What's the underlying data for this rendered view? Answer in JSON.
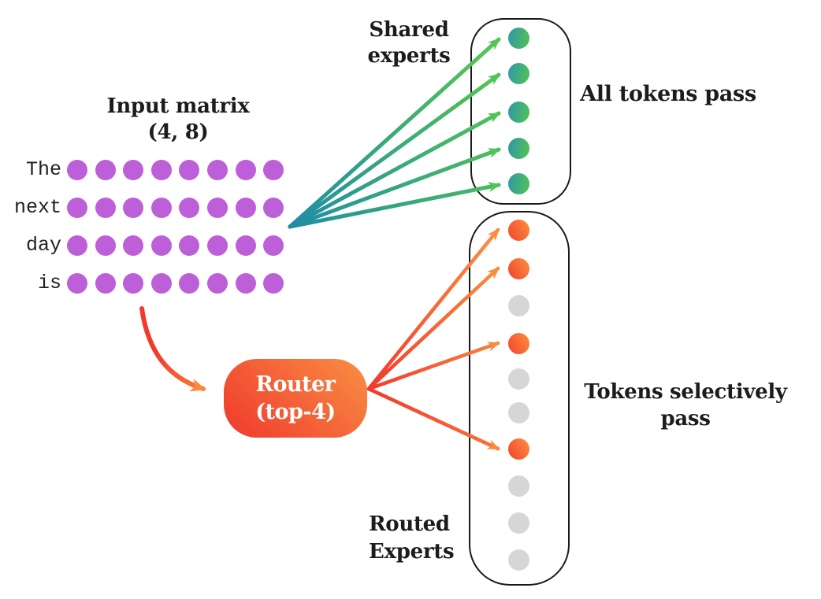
{
  "figure": {
    "background_color": "#ffffff",
    "text_color": "#1c1c1c"
  },
  "input_matrix": {
    "title": "Input matrix",
    "shape_label": "(4, 8)",
    "rows": 4,
    "cols": 8,
    "row_labels": [
      "The",
      "next",
      "day",
      "is"
    ],
    "dot_color": "#bd5fd8"
  },
  "shared_experts": {
    "label_lines": [
      "Shared",
      "experts"
    ],
    "annotation": "All tokens pass",
    "count": 5,
    "node_gradient": [
      "#2f96ad",
      "#53c44f"
    ]
  },
  "router": {
    "label_lines": [
      "Router",
      "(top-4)"
    ],
    "gradient": [
      "#ef392d",
      "#f98e43"
    ],
    "text_color": "#ffffff"
  },
  "routed_experts": {
    "label_lines": [
      "Routed",
      "Experts"
    ],
    "annotation_lines": [
      "Tokens selectively",
      "pass"
    ],
    "count": 10,
    "active_indices": [
      0,
      1,
      3,
      6
    ],
    "active_gradient": [
      "#f3432c",
      "#fb9040"
    ],
    "inactive_color": "#d6d6d6"
  },
  "arrows": {
    "shared_gradient": [
      "#1f8da4",
      "#53c455"
    ],
    "routed_gradient": [
      "#f23a2c",
      "#fa8c3f"
    ],
    "router_input_gradient": [
      "#f23a2c",
      "#fb8a3e"
    ]
  }
}
